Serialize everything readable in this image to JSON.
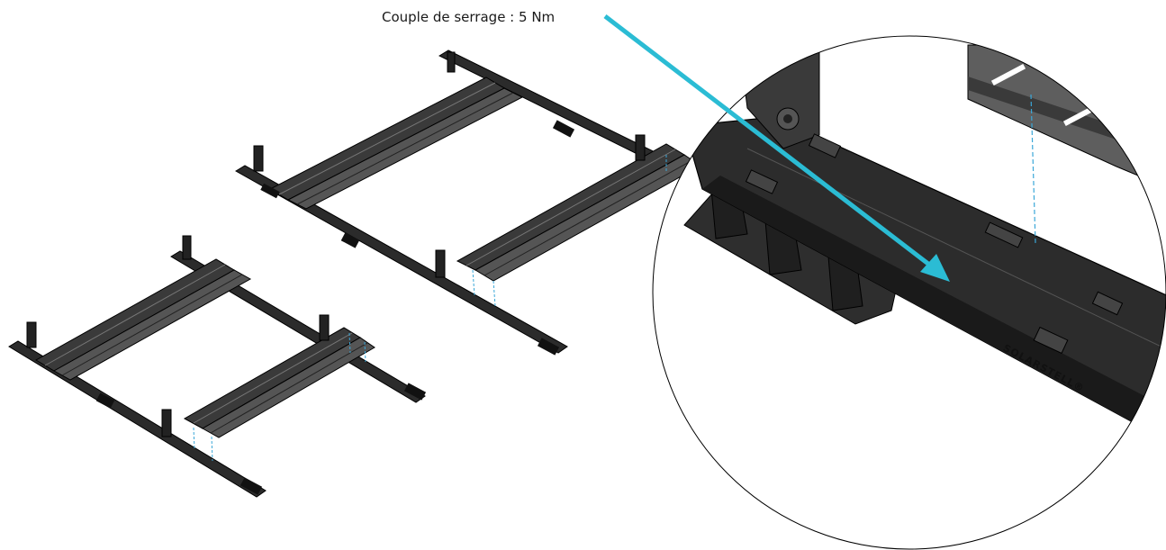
{
  "callout": {
    "text": "Couple de serrage : 5 Nm",
    "arrow_color": "#2bbcd4"
  },
  "detail_view": {
    "brand_text": "SOLARSTELL®"
  },
  "colors": {
    "part_dark": "#2b2b2b",
    "part_mid": "#4a4a4a",
    "part_light": "#6a6a6a",
    "guide_line": "#3aa7d8",
    "outline": "#000000"
  },
  "icons": [
    "mounting-rail-assembly",
    "detail-magnifier-circle",
    "callout-arrow"
  ]
}
